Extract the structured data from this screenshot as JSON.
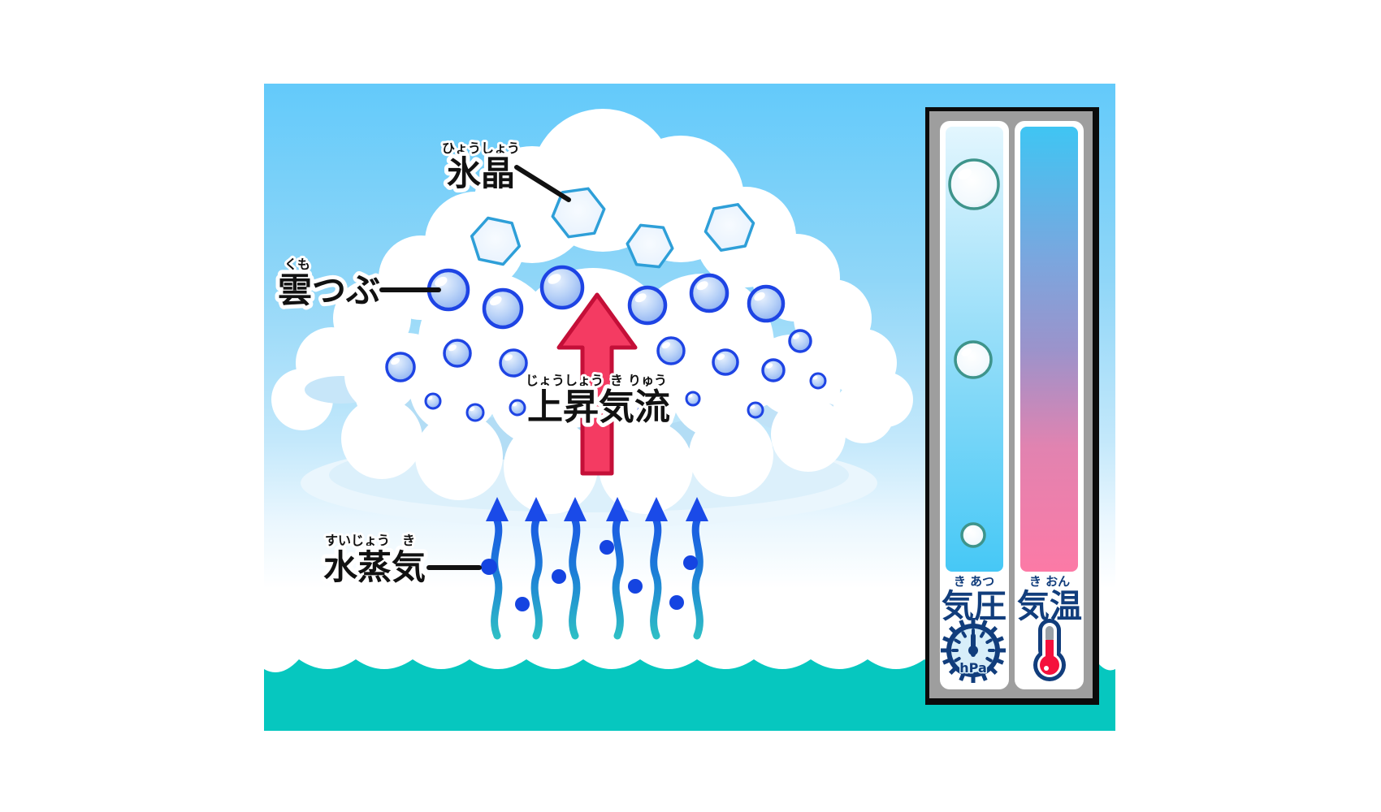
{
  "labels": {
    "ice_crystal": {
      "text": "氷晶",
      "furigana": "ひょうしょう"
    },
    "cloud_droplet": {
      "text": "雲つぶ",
      "furigana": "くも"
    },
    "updraft": {
      "text": "上昇気流",
      "furigana_1": "じょうしょう",
      "furigana_2": "き",
      "furigana_3": "りゅう"
    },
    "water_vapor": {
      "text": "水蒸気",
      "furigana_1": "すいじょう",
      "furigana_2": "き"
    }
  },
  "panel": {
    "pressure": {
      "label": "気圧",
      "furigana": "き あつ",
      "unit": "hPa"
    },
    "temperature": {
      "label": "気温",
      "furigana": "き おん"
    }
  },
  "colors": {
    "sky_top": "#63CAFA",
    "water_teal": "#06C7BF",
    "updraft_arrow_pink": "#F43B62",
    "updraft_arrow_border": "#C40F38",
    "vapor_blue": "#1A4AE8",
    "vapor_teal": "#2FC3C4",
    "droplet_border_blue": "#1E44E4",
    "hexagon_border_blue": "#2E9FD8",
    "panel_navy": "#113D7C",
    "pressure_bar_cyan": "#46C8F6",
    "temperature_bar_pink": "#FC7AA6",
    "bubble_ring_teal": "#3E948B",
    "cloud_shadow_blue": "#B3DDF5"
  }
}
